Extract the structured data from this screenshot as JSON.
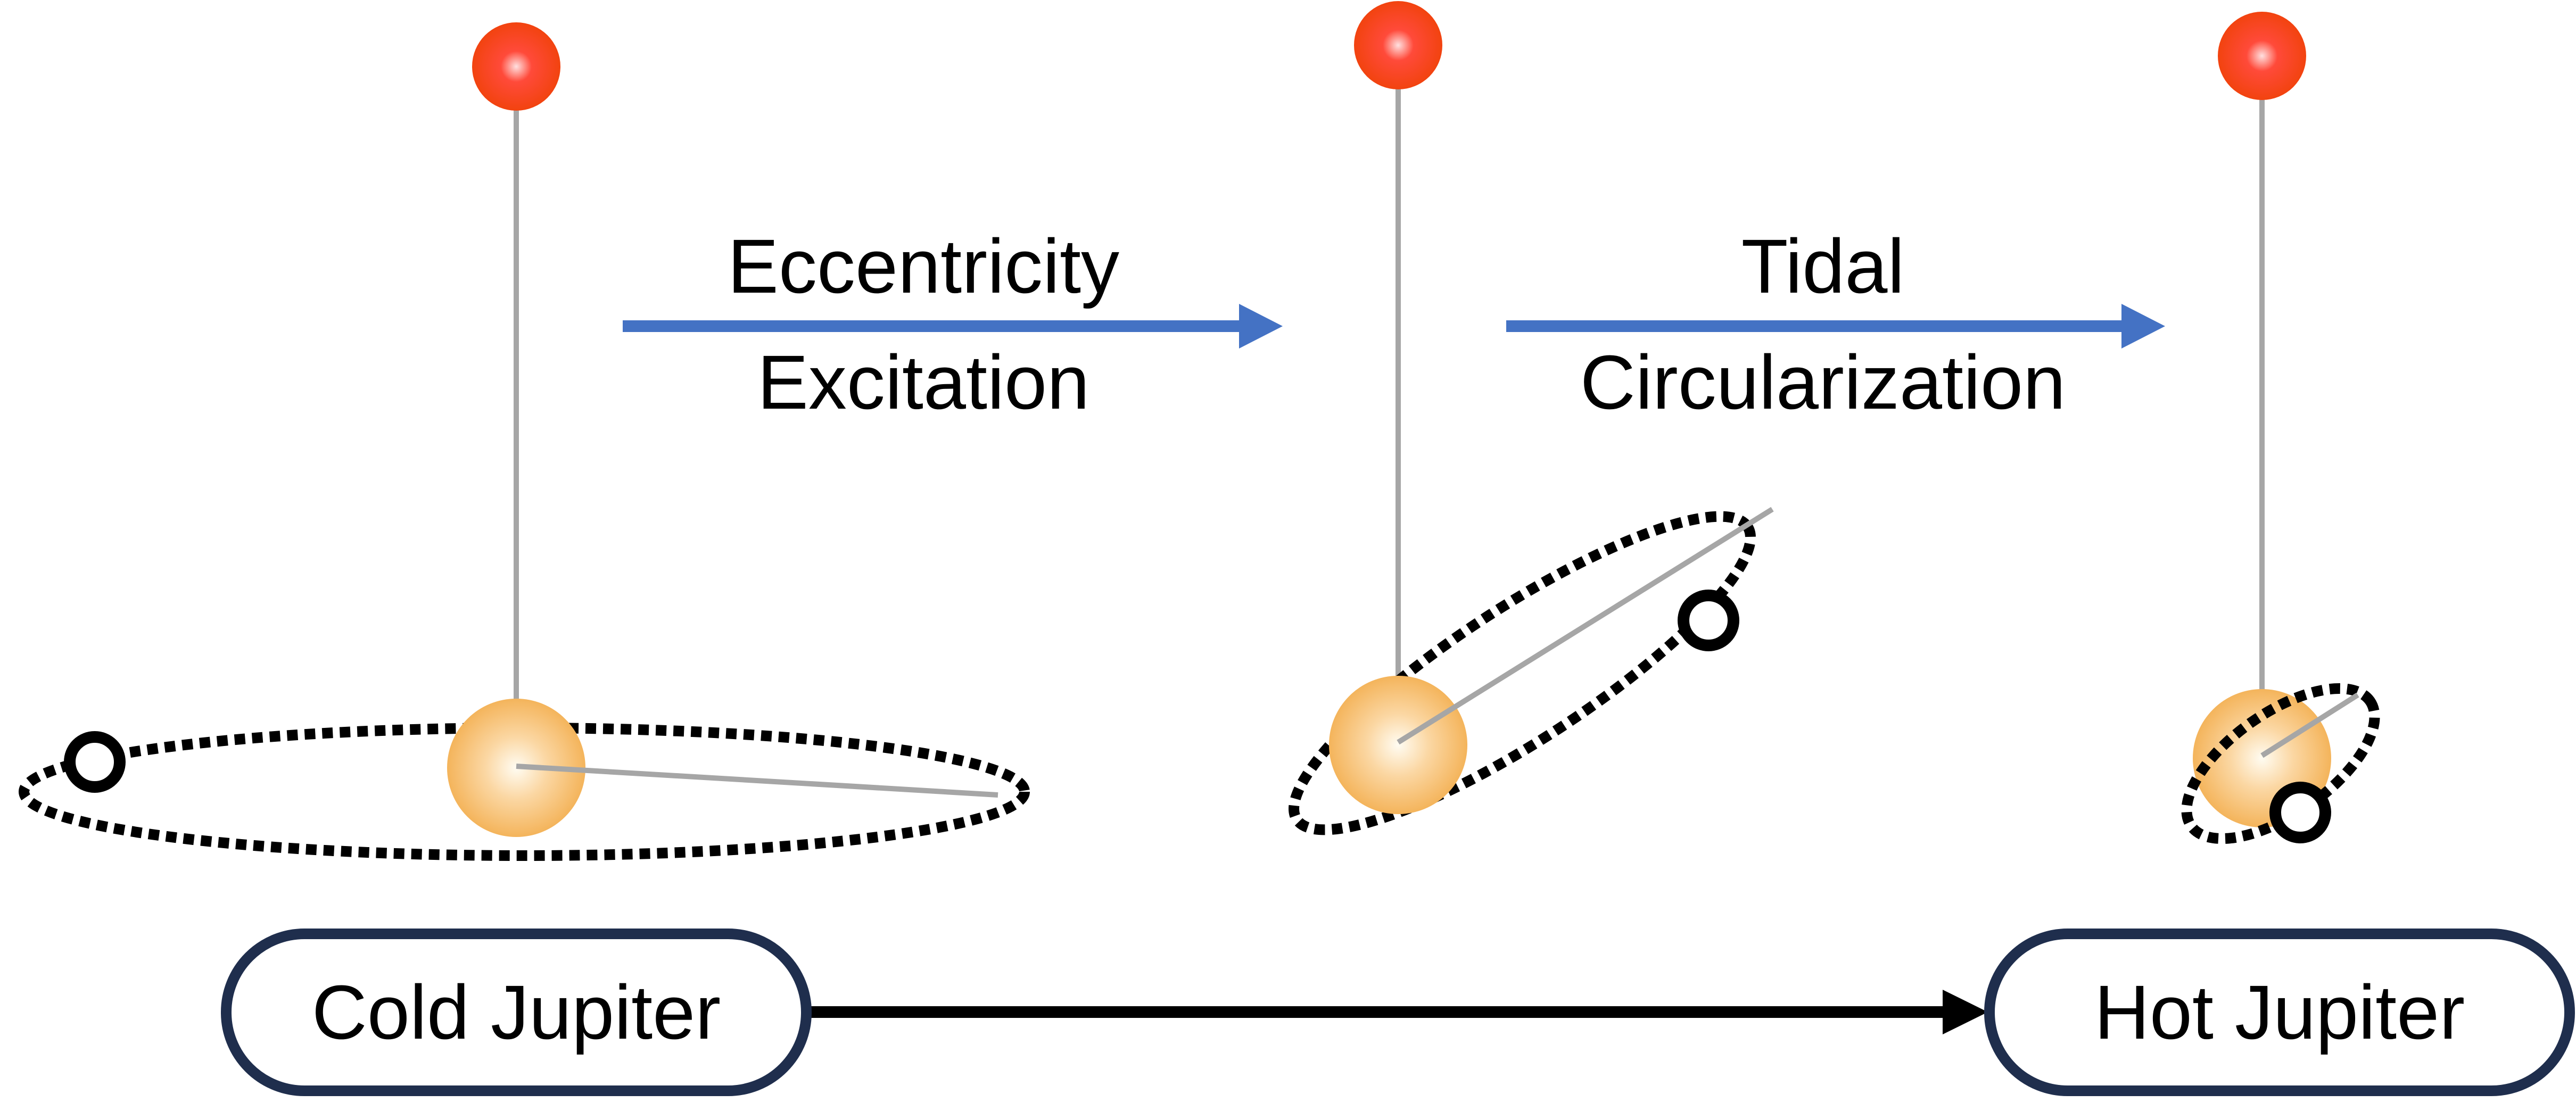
{
  "processes": [
    {
      "line1": "Eccentricity",
      "line2": "Excitation"
    },
    {
      "line1": "Tidal",
      "line2": "Circularization"
    }
  ],
  "states": {
    "start": "Cold Jupiter",
    "end": "Hot Jupiter"
  },
  "colors": {
    "process_arrow": "#4472C4",
    "state_arrow": "#000000",
    "pill_border": "#1F2E4D",
    "spin_axis": "#A6A6A6",
    "orbit": "#000000",
    "host_star": "#F8B856",
    "companion_star": "#FF2A1A"
  }
}
